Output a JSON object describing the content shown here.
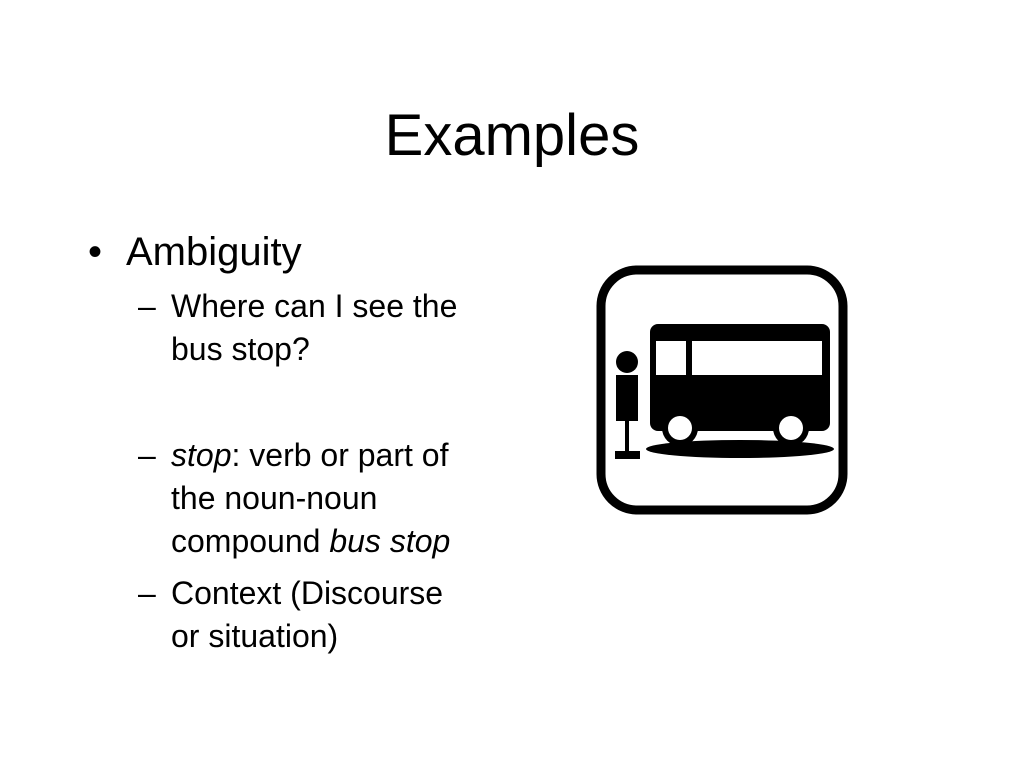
{
  "slide": {
    "title": "Examples",
    "bullet": {
      "marker": "•",
      "text": "Ambiguity"
    },
    "sub_bullets": {
      "marker": "–",
      "item1": {
        "line1": "Where can I see the",
        "line2": "bus stop?"
      },
      "item2": {
        "italic_word": "stop",
        "rest_line1": ": verb or part of",
        "line2": "the noun-noun",
        "line3": "compound ",
        "italic_phrase": "bus stop"
      },
      "item3": {
        "line1": "Context (Discourse",
        "line2": "or situation)"
      }
    },
    "image": {
      "icon": "bus-stop-sign-icon"
    }
  }
}
